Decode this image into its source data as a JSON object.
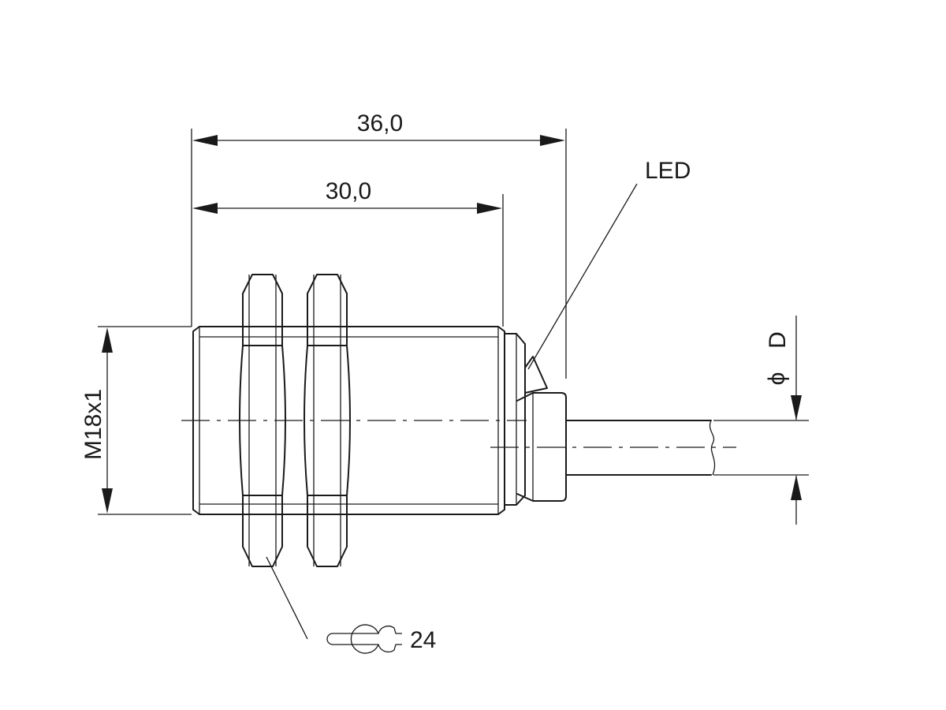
{
  "dimensions": {
    "overall_length": "36,0",
    "thread_length": "30,0",
    "thread": "M18x1",
    "cable_diameter_symbol": "ϕ",
    "cable_diameter": "D",
    "wrench_size": "24"
  },
  "callouts": {
    "led": "LED"
  },
  "icons": {
    "wrench": "wrench-icon"
  }
}
